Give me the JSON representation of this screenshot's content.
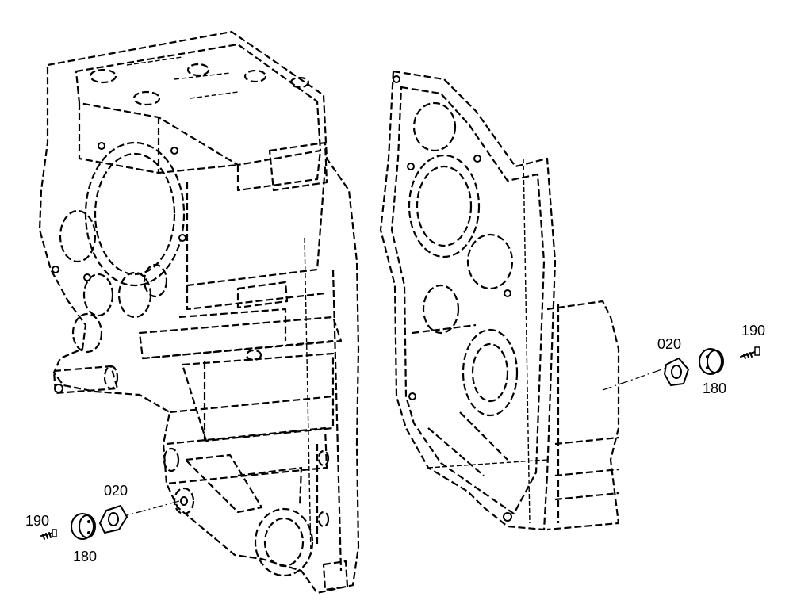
{
  "labels": {
    "left_seal": "020",
    "left_cover": "180",
    "left_screw": "190",
    "right_seal": "020",
    "right_cover": "180",
    "right_screw": "190"
  }
}
